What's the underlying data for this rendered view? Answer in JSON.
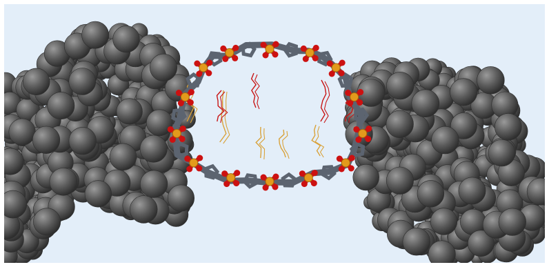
{
  "scene": {
    "background": "#e3eef9",
    "colors": {
      "spacefill": "#5b5b5b",
      "spacefill_highlight": "#9a9a9a",
      "spacefill_shadow": "#2e2e2e",
      "backbone": "#5c6470",
      "oxygen": "#cc1111",
      "phosphorus": "#e39a1c",
      "base_wire": "#d9a23a",
      "base_wire_red": "#c81414"
    },
    "regions": [
      {
        "name": "left-helix-spacefill",
        "representation": "spacefill"
      },
      {
        "name": "right-helix-spacefill",
        "representation": "spacefill"
      },
      {
        "name": "opened-loop",
        "representation": "stick"
      }
    ]
  }
}
